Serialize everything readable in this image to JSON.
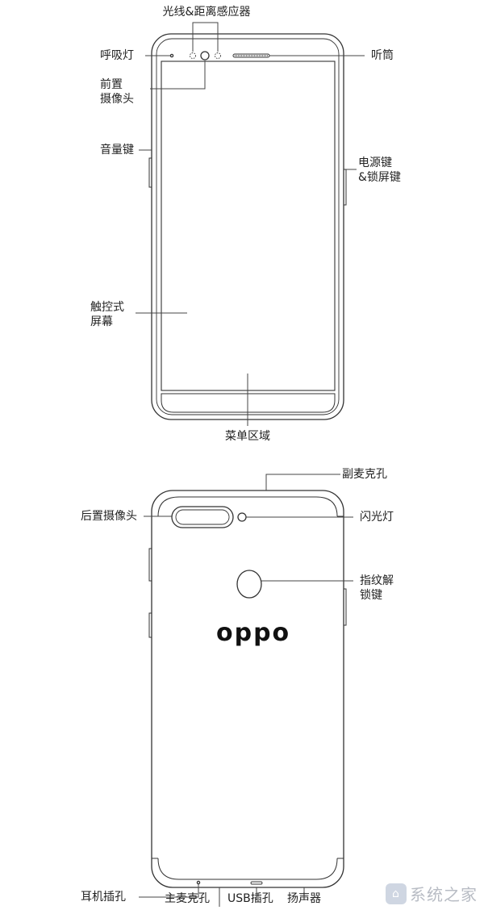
{
  "front": {
    "sensor": "光线&距离感应器",
    "breathing_light": "呼吸灯",
    "earpiece": "听筒",
    "front_camera": [
      "前置",
      "摄像头"
    ],
    "volume_key": "音量键",
    "power_key": [
      "电源键",
      "&锁屏键"
    ],
    "touch_screen": [
      "触控式",
      "屏幕"
    ],
    "menu_area": "菜单区域"
  },
  "back": {
    "secondary_mic": "副麦克孔",
    "rear_camera": "后置摄像头",
    "flash": "闪光灯",
    "fingerprint": [
      "指纹解",
      "锁键"
    ],
    "logo": "oppo",
    "headphone_jack": "耳机插孔",
    "main_mic": "主麦克孔",
    "usb_port": "USB插孔",
    "speaker": "扬声器"
  },
  "watermark": "系统之家"
}
